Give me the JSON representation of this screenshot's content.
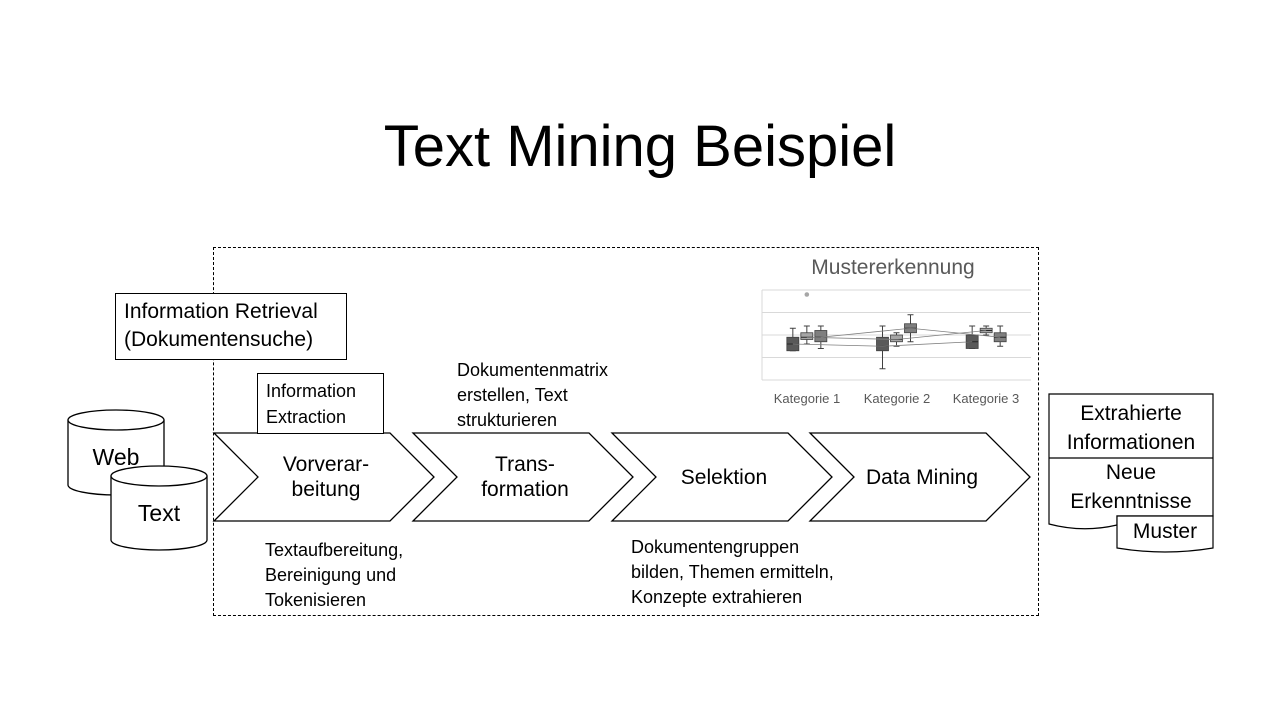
{
  "title": "Text Mining Beispiel",
  "sources": {
    "web": "Web",
    "text": "Text"
  },
  "boxes": {
    "information_retrieval": [
      "Information Retrieval",
      "(Dokumentensuche)"
    ],
    "information_extraction": [
      "Information",
      "Extraction"
    ]
  },
  "steps": [
    {
      "label": [
        "Vorverar-",
        "beitung"
      ]
    },
    {
      "label": [
        "Trans-",
        "formation"
      ]
    },
    {
      "label": [
        "Selektion"
      ]
    },
    {
      "label": [
        "Data Mining"
      ]
    }
  ],
  "notes": {
    "dokumentenmatrix": [
      "Dokumentenmatrix",
      "erstellen, Text",
      "strukturieren"
    ],
    "textaufbereitung": [
      "Textaufbereitung,",
      "Bereinigung und",
      "Tokenisieren"
    ],
    "dokumentengruppen": [
      "Dokumentengruppen",
      "bilden, Themen ermitteln,",
      "Konzepte extrahieren"
    ]
  },
  "outputs": {
    "extrahierte": [
      "Extrahierte",
      "Informationen"
    ],
    "neue": [
      "Neue",
      "Erkenntnisse"
    ],
    "muster": "Muster"
  },
  "chart_data": {
    "type": "box",
    "title": "Mustererkennung",
    "categories": [
      "Kategorie 1",
      "Kategorie 2",
      "Kategorie 3"
    ],
    "colors": [
      "#595959",
      "#a6a6a6",
      "#7f7f7f"
    ],
    "grid": true,
    "series": [
      {
        "boxes": [
          {
            "min": 0.3,
            "q1": 0.3,
            "median": 0.6,
            "q3": 0.9,
            "max": 1.3
          },
          {
            "min": -0.5,
            "q1": 0.3,
            "median": 0.5,
            "q3": 0.9,
            "max": 1.4
          },
          {
            "min": 0.4,
            "q1": 0.4,
            "median": 0.7,
            "q3": 1.0,
            "max": 1.4
          }
        ]
      },
      {
        "boxes": [
          {
            "min": 0.6,
            "q1": 0.8,
            "median": 0.9,
            "q3": 1.1,
            "max": 1.4
          },
          {
            "min": 0.5,
            "q1": 0.7,
            "median": 0.8,
            "q3": 1.0,
            "max": 1.1
          },
          {
            "min": 1.0,
            "q1": 1.1,
            "median": 1.2,
            "q3": 1.3,
            "max": 1.4
          }
        ],
        "outliers": [
          2.8
        ]
      },
      {
        "boxes": [
          {
            "min": 0.4,
            "q1": 0.7,
            "median": 0.9,
            "q3": 1.2,
            "max": 1.4
          },
          {
            "min": 0.7,
            "q1": 1.1,
            "median": 1.3,
            "q3": 1.5,
            "max": 1.9
          },
          {
            "min": 0.5,
            "q1": 0.7,
            "median": 0.9,
            "q3": 1.1,
            "max": 1.4
          }
        ]
      }
    ]
  }
}
